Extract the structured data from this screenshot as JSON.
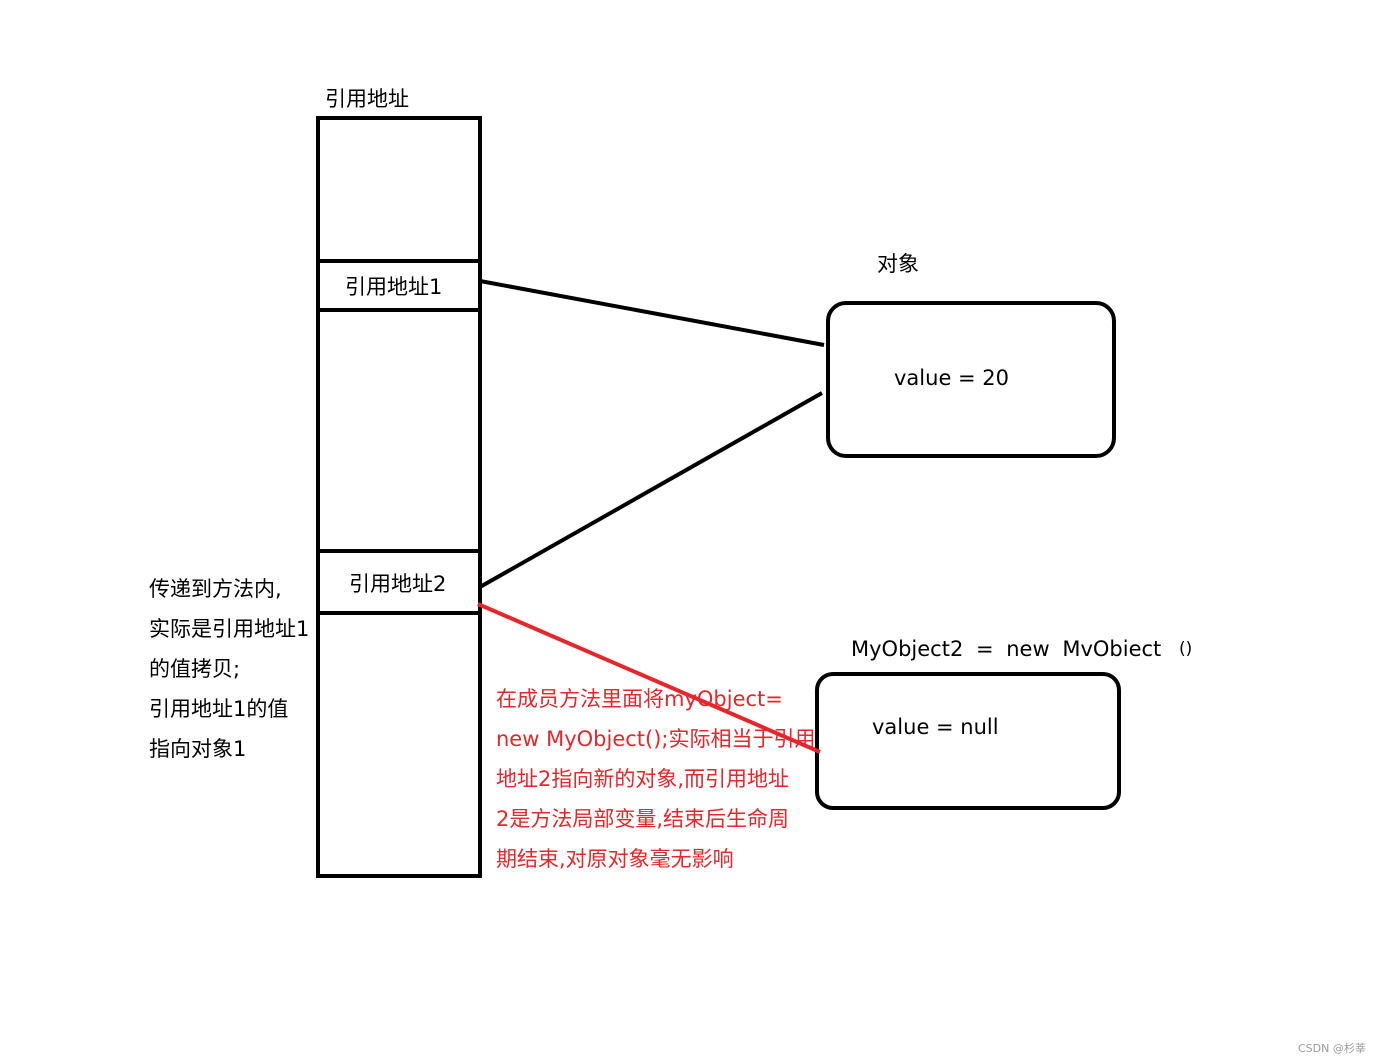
{
  "stack": {
    "title": "引用地址",
    "slot1_label": "引用地址1",
    "slot2_label": "引用地址2"
  },
  "object1": {
    "title": "对象",
    "content": "value = 20"
  },
  "object2": {
    "title_main": "MyObject2 = new MvObiect",
    "title_parens": "()",
    "content": "value = null"
  },
  "left_note": [
    "传递到方法内,",
    "实际是引用地址1",
    "的值拷贝;",
    "引用地址1的值",
    "指向对象1"
  ],
  "red_note": [
    "在成员方法里面将myObject=",
    "new MyObject();实际相当于引用",
    "地址2指向新的对象,而引用地址",
    "2是方法局部变量,结束后生命周",
    "期结束,对原对象毫无影响"
  ],
  "watermark": "CSDN @杉莘",
  "colors": {
    "stroke": "#000000",
    "highlight": "#e5262b",
    "background": "#ffffff"
  }
}
